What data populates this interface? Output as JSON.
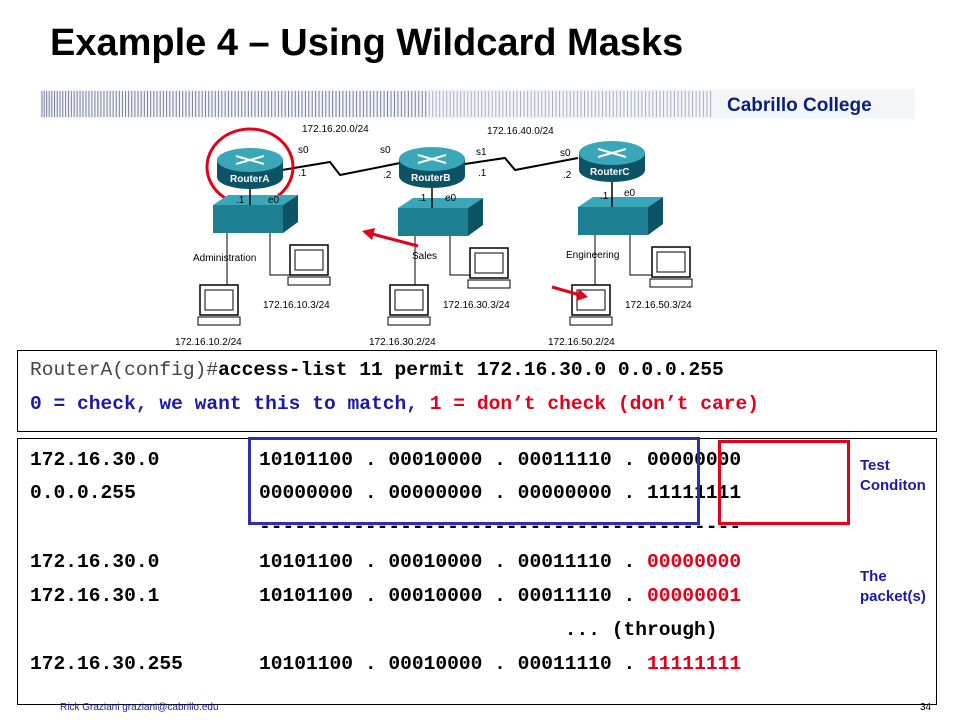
{
  "slide": {
    "title": "Example 4 – Using Wildcard Masks",
    "college": "Cabrillo College",
    "footer_author": "Rick Graziani  graziani@cabrillo.edu",
    "page_number": "34"
  },
  "topology": {
    "routers": [
      "RouterA",
      "RouterB",
      "RouterC"
    ],
    "networks": [
      "172.16.20.0/24",
      "172.16.40.0/24"
    ],
    "interfaces": {
      "a_s0": "s0",
      "a_s0_ip": ".1",
      "b_s0": "s0",
      "b_s0_ip": ".2",
      "b_s1": "s1",
      "b_s1_ip": ".1",
      "c_s0": "s0",
      "c_s0_ip": ".2",
      "a_e0": "e0",
      "a_e0_ip": ".1",
      "b_e0": "e0",
      "b_e0_ip": ".1",
      "c_e0": "e0",
      "c_e0_ip": ".1"
    },
    "lans": [
      "Administration",
      "Sales",
      "Engineering"
    ],
    "hosts": [
      "172.16.10.3/24",
      "172.16.10.2/24",
      "172.16.30.3/24",
      "172.16.30.2/24",
      "172.16.50.3/24",
      "172.16.50.2/24"
    ]
  },
  "command": {
    "prompt": "RouterA(config)#",
    "text": "access-list 11 permit 172.16.30.0 0.0.0.255",
    "legend_check": "0 = check, we want this to match, ",
    "legend_dontcare": "1 = don’t check (don’t care)"
  },
  "table": {
    "rows": [
      {
        "label": "172.16.30.0",
        "bits": "10101100 . 00010000 . 00011110 . ",
        "last": "00000000",
        "last_color": "black"
      },
      {
        "label": "0.0.0.255",
        "bits": "00000000 . 00000000 . 00000000 . ",
        "last": "11111111",
        "last_color": "black"
      },
      {
        "label": "",
        "bits": "-----------------------------------------",
        "last": "",
        "last_color": "black"
      },
      {
        "label": "172.16.30.0",
        "bits": "10101100 . 00010000 . 00011110 . ",
        "last": "00000000",
        "last_color": "red"
      },
      {
        "label": "172.16.30.1",
        "bits": "10101100 . 00010000 . 00011110 . ",
        "last": "00000001",
        "last_color": "red"
      },
      {
        "label": "",
        "bits": "                          ... (through)",
        "last": "",
        "last_color": "black"
      },
      {
        "label": "172.16.30.255",
        "bits": "10101100 . 00010000 . 00011110 . ",
        "last": "11111111",
        "last_color": "red"
      }
    ],
    "annotation_test": [
      "Test",
      "Conditon"
    ],
    "annotation_packet": [
      "The",
      "packet(s)"
    ]
  },
  "colors": {
    "accent_blue": "#1a1aa8",
    "accent_red": "#e3001b",
    "router_teal": "#1e7f92"
  }
}
